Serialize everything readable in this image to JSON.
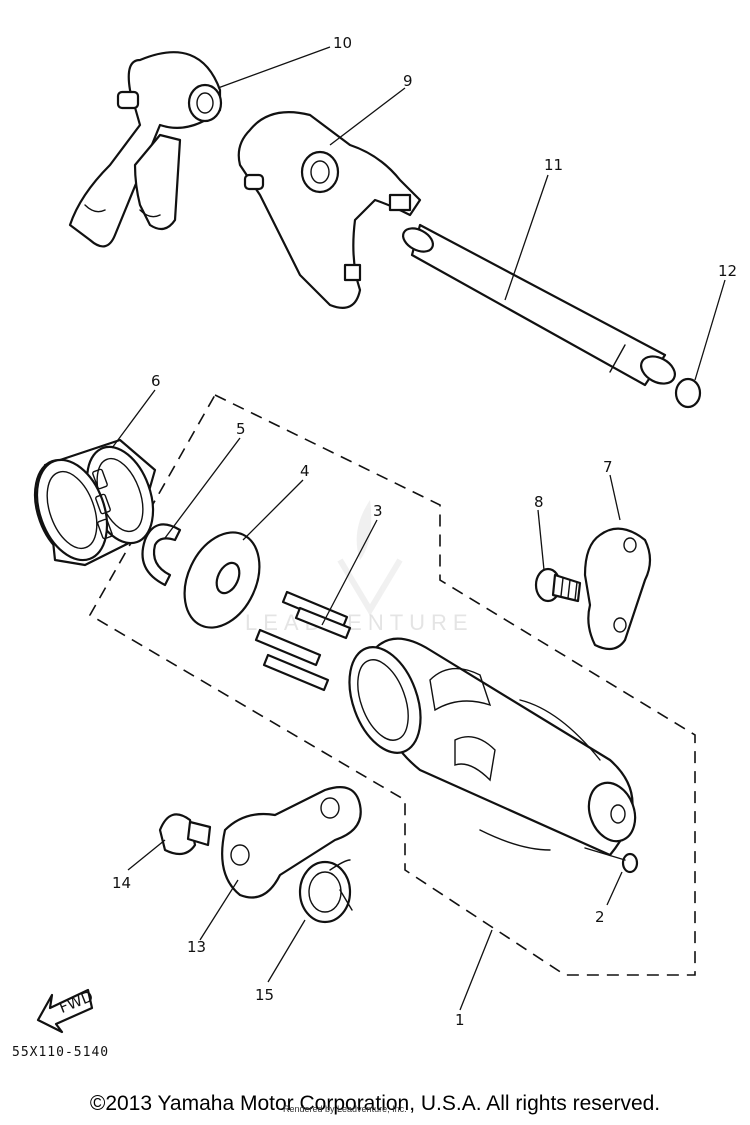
{
  "diagram": {
    "callouts": [
      "10",
      "9",
      "11",
      "12",
      "6",
      "5",
      "4",
      "3",
      "7",
      "8",
      "14",
      "13",
      "15",
      "2",
      "1"
    ],
    "fwd_label": "FWD",
    "drawing_code": "55X110-5140",
    "watermark": "LEADVENTURE"
  },
  "footer": {
    "copyright": "©2013 Yamaha Motor Corporation, U.S.A. All rights reserved.",
    "rendered_by": "Rendered by Leadventure, Inc."
  }
}
